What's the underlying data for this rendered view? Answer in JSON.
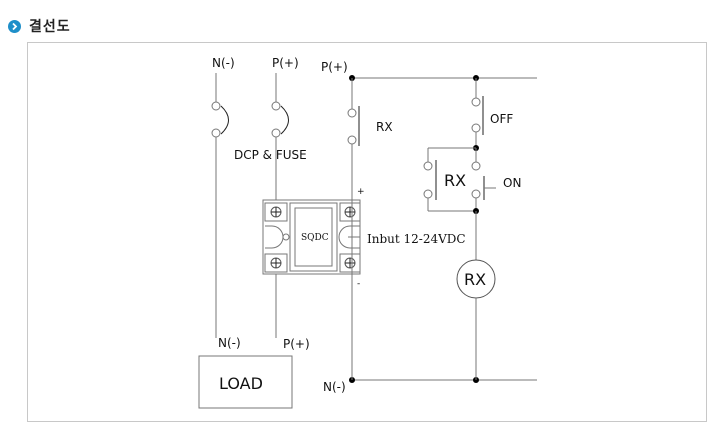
{
  "section": {
    "title": "결선도",
    "bullet_icon": "chevron-right-circle-icon",
    "accent_color": "#1f8fc9"
  },
  "diagram": {
    "breaker_left_label": "N(-)",
    "breaker_right_label": "P(+)",
    "breaker_caption": "DCP & FUSE",
    "supply_positive": "P(+)",
    "supply_negative": "N(-)",
    "ssr_name": "SQDC",
    "ssr_plus": "+",
    "ssr_minus": "-",
    "input_label": "Inbut 12-24VDC",
    "rx_contact_label": "RX",
    "off_label": "OFF",
    "selfhold_label": "RX",
    "on_label": "ON",
    "coil_label": "RX",
    "load_label": "LOAD",
    "load_n_label": "N(-)",
    "load_p_label": "P(+)"
  }
}
